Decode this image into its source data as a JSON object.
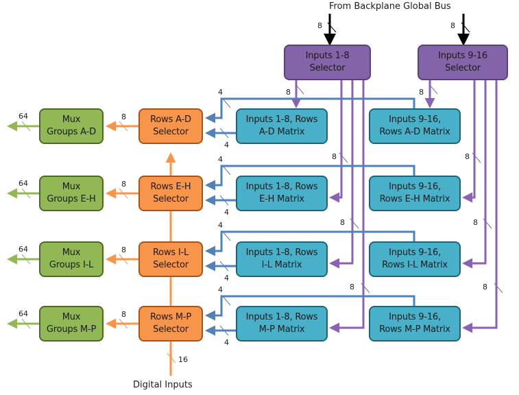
{
  "title": "From Backplane Global Bus",
  "footer": "Digital Inputs",
  "colors": {
    "purple": "#8464a8",
    "blue": "#48b0c8",
    "orange": "#f7964a",
    "green": "#92b755",
    "purple_line": "#8a62b3",
    "blue_line": "#4f81bd",
    "orange_line": "#f7964a",
    "green_line": "#92b755"
  },
  "input_selectors": [
    {
      "line1": "Inputs 1-8",
      "line2": "Selector",
      "bus_width": "8"
    },
    {
      "line1": "Inputs 9-16",
      "line2": "Selector",
      "bus_width": "8"
    }
  ],
  "rows": [
    {
      "selector": {
        "line1": "Rows A-D",
        "line2": "Selector"
      },
      "mux": {
        "line1": "Mux",
        "line2": "Groups A-D"
      },
      "matrix_a": {
        "line1": "Inputs 1-8, Rows",
        "line2": "A-D Matrix"
      },
      "matrix_b": {
        "line1": "Inputs 9-16,",
        "line2": "Rows A-D Matrix"
      },
      "out_width": "64",
      "sel_width": "8",
      "top_width": "4",
      "bottom_width": "4",
      "in_a_width": "8",
      "in_b_width": "8"
    },
    {
      "selector": {
        "line1": "Rows E-H",
        "line2": "Selector"
      },
      "mux": {
        "line1": "Mux",
        "line2": "Groups E-H"
      },
      "matrix_a": {
        "line1": "Inputs 1-8, Rows",
        "line2": "E-H Matrix"
      },
      "matrix_b": {
        "line1": "Inputs 9-16,",
        "line2": "Rows E-H Matrix"
      },
      "out_width": "64",
      "sel_width": "8",
      "top_width": "4",
      "bottom_width": "4",
      "in_a_width": "8",
      "in_b_width": "8"
    },
    {
      "selector": {
        "line1": "Rows I-L",
        "line2": "Selector"
      },
      "mux": {
        "line1": "Mux",
        "line2": "Groups I-L"
      },
      "matrix_a": {
        "line1": "Inputs 1-8, Rows",
        "line2": "I-L Matrix"
      },
      "matrix_b": {
        "line1": "Inputs 9-16,",
        "line2": "Rows I-L Matrix"
      },
      "out_width": "64",
      "sel_width": "8",
      "top_width": "4",
      "bottom_width": "4",
      "in_a_width": "8",
      "in_b_width": "8"
    },
    {
      "selector": {
        "line1": "Rows M-P",
        "line2": "Selector"
      },
      "mux": {
        "line1": "Mux",
        "line2": "Groups M-P"
      },
      "matrix_a": {
        "line1": "Inputs 1-8, Rows",
        "line2": "M-P Matrix"
      },
      "matrix_b": {
        "line1": "Inputs 9-16,",
        "line2": "Rows M-P Matrix"
      },
      "out_width": "64",
      "sel_width": "8",
      "top_width": "4",
      "bottom_width": "4",
      "in_a_width": "8",
      "in_b_width": "8"
    }
  ],
  "digital_inputs_width": "16"
}
